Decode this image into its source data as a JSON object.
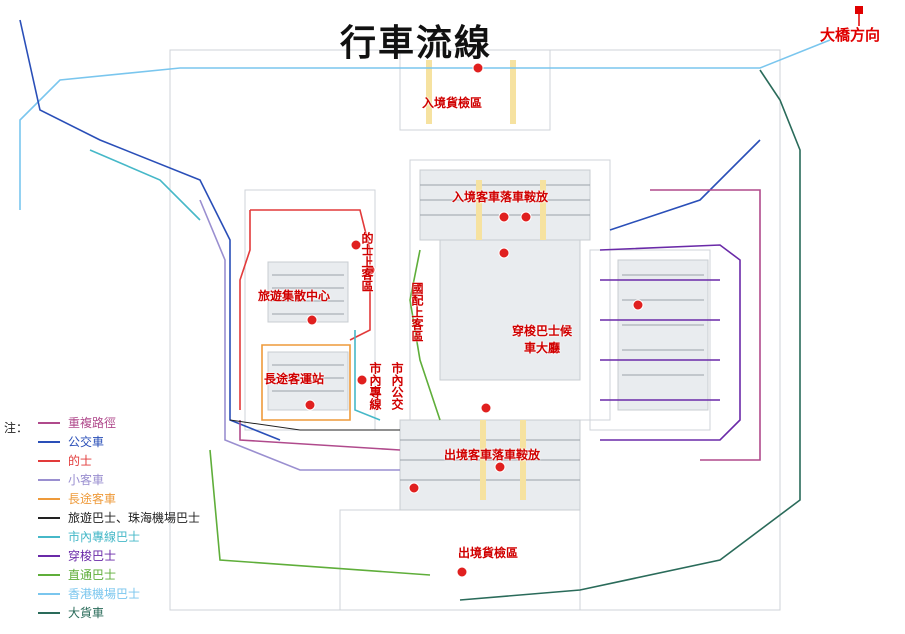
{
  "title": "行車流線",
  "direction": "大橋方向",
  "areas": {
    "inbound_cargo": "入境貨檢區",
    "inbound_pickup": "入境客車落車鞍放",
    "tour_bus": "旅遊集散中心",
    "taxi": "的士上客區",
    "coach": "長途客運站",
    "city_bus": "市內專線",
    "city_transit": "市內公交",
    "vehicle_pickup": "國配上客區",
    "shuttle": "穿梭巴士候車大廳",
    "outbound_pickup": "出境客車落車鞍放",
    "outbound_cargo": "出境貨檢區"
  },
  "legend": {
    "heading": "注：",
    "items": [
      {
        "label": "重複路徑",
        "color": "#b04a8c"
      },
      {
        "label": "公交車",
        "color": "#2a4fb8"
      },
      {
        "label": "的士",
        "color": "#e23a3a"
      },
      {
        "label": "小客車",
        "color": "#9a8fd0"
      },
      {
        "label": "長途客車",
        "color": "#ee9a3a"
      },
      {
        "label": "旅遊巴士、珠海機場巴士",
        "color": "#222222"
      },
      {
        "label": "市內專線巴士",
        "color": "#46b8c8"
      },
      {
        "label": "穿梭巴士",
        "color": "#6a2aa8"
      },
      {
        "label": "直通巴士",
        "color": "#5fae3a"
      },
      {
        "label": "香港機場巴士",
        "color": "#7ac6ee"
      },
      {
        "label": "大貨車",
        "color": "#2a6b5a"
      }
    ]
  }
}
